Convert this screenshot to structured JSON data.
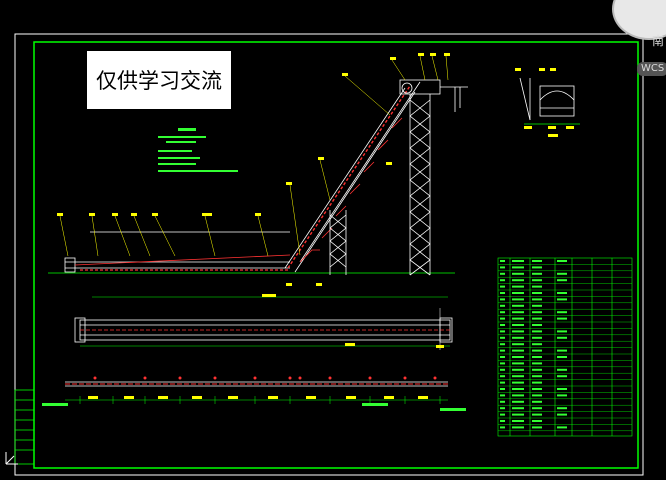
{
  "watermark": {
    "text": "仅供学习交流"
  },
  "viewcube": {
    "label": "南"
  },
  "wcs_label": "WCS",
  "colors": {
    "frame": "#00ff00",
    "structure": "#ffffff",
    "belt": "#ff3333",
    "dimension": "#00ff00",
    "label": "#ffff00",
    "notes": "#33ff33",
    "background": "#000000"
  },
  "icons": {
    "ucs": "ucs-axis-icon",
    "viewcube": "viewcube-icon"
  }
}
